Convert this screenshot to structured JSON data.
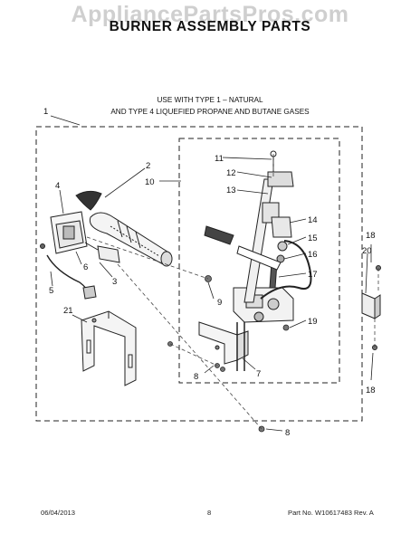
{
  "watermark": "AppliancePartsPros.com",
  "title": "BURNER ASSEMBLY PARTS",
  "subtitle": {
    "line1": "USE WITH TYPE 1 –   NATURAL",
    "line2": "AND TYPE 4    LIQUEFIED PROPANE AND BUTANE GASES"
  },
  "callouts": {
    "c1": "1",
    "c2": "2",
    "c3": "3",
    "c4": "4",
    "c5": "5",
    "c6": "6",
    "c7": "7",
    "c8a": "8",
    "c8b": "8",
    "c9": "9",
    "c10": "10",
    "c11": "11",
    "c12": "12",
    "c13": "13",
    "c14": "14",
    "c15": "15",
    "c16": "16",
    "c17": "17",
    "c18a": "18",
    "c18b": "18",
    "c19": "19",
    "c20": "20",
    "c21": "21"
  },
  "footer": {
    "date": "06/04/2013",
    "page": "8",
    "part_number": "Part No.  W10617483  Rev.  A"
  }
}
